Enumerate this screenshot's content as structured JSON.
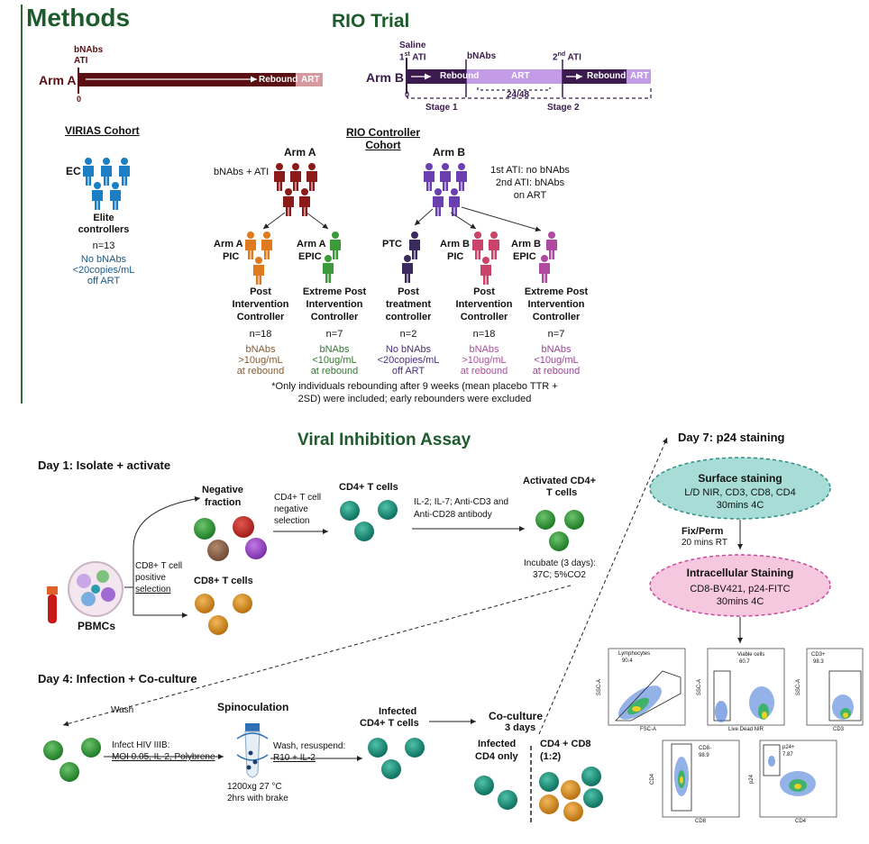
{
  "header": {
    "title": "Methods",
    "rio_title": "RIO Trial"
  },
  "arm_a_bar": {
    "label": "Arm A",
    "bnabs_label": "bNAbs",
    "atilabel": "ATI",
    "zero": "0",
    "rebound": "Rebound",
    "art": "ART"
  },
  "arm_b_bar": {
    "label": "Arm B",
    "saline": "Saline",
    "first_ati_num": "1",
    "first_ati_sup": "st",
    "first_ati_label": "ATI",
    "bnabs": "bNAbs",
    "second_ati_num": "2",
    "second_ati_sup": "nd",
    "second_ati_label": "ATI",
    "zero": "0",
    "rebound1": "Rebound",
    "art1": "ART",
    "rebound2": "Rebound",
    "art2": "ART",
    "weeks": "24/48",
    "stage1": "Stage 1",
    "stage2": "Stage 2"
  },
  "virias": {
    "title": "VIRIAS Cohort",
    "ec": "EC",
    "name_line1": "Elite",
    "name_line2": "controllers",
    "n": "n=13",
    "d1": "No bNAbs",
    "d2": "<20copies/mL",
    "d3": "off ART"
  },
  "rio_cohort": {
    "title_line1": "RIO Controller",
    "title_line2": "Cohort",
    "arm_a": "Arm A",
    "arm_a_desc": "bNAbs + ATI",
    "arm_b": "Arm B",
    "arm_b_d1": "1st ATI: no bNAbs",
    "arm_b_d2": "2nd ATI: bNAbs",
    "arm_b_d3": "on ART"
  },
  "groups": [
    {
      "label1": "Arm A",
      "label2": "PIC",
      "name1": "Post",
      "name2": "Intervention",
      "name3": "Controller",
      "n": "n=18",
      "d1": "bNAbs",
      "d2": ">10ug/mL",
      "d3": "at rebound",
      "color": "#e07a1f",
      "text_color": "#8a5a2a"
    },
    {
      "label1": "Arm A",
      "label2": "EPIC",
      "name1": "Extreme Post",
      "name2": "Intervention",
      "name3": "Controller",
      "n": "n=7",
      "d1": "bNAbs",
      "d2": "<10ug/mL",
      "d3": "at rebound",
      "color": "#3c9a3a",
      "text_color": "#2f7a2f"
    },
    {
      "label1": "PTC",
      "label2": "",
      "name1": "Post",
      "name2": "treatment",
      "name3": "controller",
      "n": "n=2",
      "d1": "No bNAbs",
      "d2": "<20copies/mL",
      "d3": "off ART",
      "color": "#3b2a5e",
      "text_color": "#4a2f7a"
    },
    {
      "label1": "Arm B",
      "label2": "PIC",
      "name1": "Post",
      "name2": "Intervention",
      "name3": "Controller",
      "n": "n=18",
      "d1": "bNAbs",
      "d2": ">10ug/mL",
      "d3": "at rebound",
      "color": "#c9436b",
      "text_color": "#b04aa0"
    },
    {
      "label1": "Arm B",
      "label2": "EPIC",
      "name1": "Extreme Post",
      "name2": "Intervention",
      "name3": "Controller",
      "n": "n=7",
      "d1": "bNAbs",
      "d2": "<10ug/mL",
      "d3": "at rebound",
      "color": "#b04aa0",
      "text_color": "#a0409a"
    }
  ],
  "footnote": {
    "line1": "*Only individuals rebounding after 9 weeks (mean placebo TTR +",
    "line2": "2SD) were included; early rebounders were excluded"
  },
  "via": {
    "title": "Viral Inhibition Assay",
    "day1": "Day 1: Isolate + activate",
    "negative_fraction_1": "Negative",
    "negative_fraction_2": "fraction",
    "neg_sel_1": "CD4+ T cell",
    "neg_sel_2": "negative",
    "neg_sel_3": "selection",
    "cd4_t_cells": "CD4+ T cells",
    "il2_1": "IL-2; IL-7; Anti-CD3 and",
    "il2_2": "Anti-CD28 antibody",
    "activated_1": "Activated CD4+",
    "activated_2": "T cells",
    "incubate_1": "Incubate (3 days):",
    "incubate_2": "37C; 5%CO2",
    "pos_sel_1": "CD8+ T cell",
    "pos_sel_2": "positive",
    "pos_sel_3": "selection",
    "cd8_t_cells": "CD8+ T cells",
    "pbmcs": "PBMCs",
    "day4": "Day 4: Infection + Co-culture",
    "wash": "Wash",
    "spinoculation": "Spinoculation",
    "infect_1": "Infect HIV IIIB:",
    "infect_2": "MOI 0.05, IL-2, Polybrene",
    "spin_1": "1200xg 27 °C",
    "spin_2": "2hrs with brake",
    "wash_res_1": "Wash, resuspend:",
    "wash_res_2": "R10 + IL-2",
    "infected_1": "Infected",
    "infected_2": "CD4+ T cells",
    "coculture_1": "Co-culture",
    "coculture_2": "3 days",
    "inf_only_1": "Infected",
    "inf_only_2": "CD4 only",
    "cd4cd8_1": "CD4 + CD8",
    "cd4cd8_2": "(1:2)",
    "day7": "Day 7: p24 staining",
    "surface_title": "Surface staining",
    "surface_1": "L/D NIR, CD3, CD8, CD4",
    "surface_2": "30mins 4C",
    "fixperm": "Fix/Perm",
    "fixperm_2": "20 mins RT",
    "intra_title": "Intracellular Staining",
    "intra_1": "CD8-BV421, p24-FITC",
    "intra_2": "30mins 4C"
  },
  "flow": {
    "p1": {
      "gate": "Lymphocytes",
      "value": "90.4",
      "xlab": "FSC-A",
      "ylab": "SSC-A"
    },
    "p2": {
      "gate": "Viable cells",
      "value": "60.7",
      "xlab": "Live Dead NIR",
      "ylab": "SSC-A"
    },
    "p3": {
      "gate": "CD3+",
      "value": "98.3",
      "xlab": "CD3",
      "ylab": "SSC-A"
    },
    "p4": {
      "gate": "CD8-",
      "value": "98.9",
      "xlab": "CD8",
      "ylab": "CD4"
    },
    "p5": {
      "gate": "p24+",
      "value": "7.87",
      "xlab": "CD4",
      "ylab": "p24"
    }
  },
  "colors": {
    "green_title": "#1e5b2c",
    "maroon": "#5a0f12",
    "purple_dark": "#3b1a4e",
    "purple_light": "#c39be6",
    "teal": "#14907a",
    "green_cell": "#2e8b2e",
    "orange_cell": "#d98a1a",
    "surface_fill": "#a8dcd6",
    "intra_fill": "#f6c8e0"
  }
}
